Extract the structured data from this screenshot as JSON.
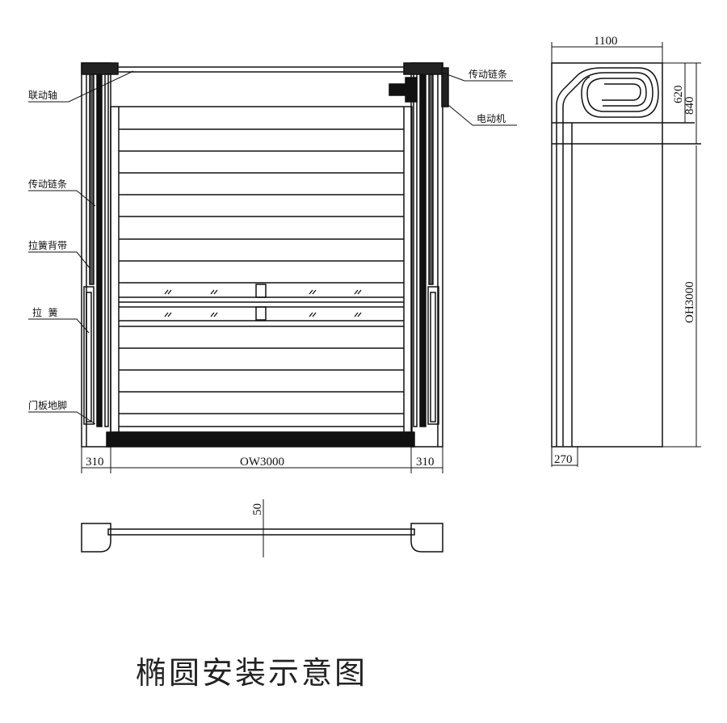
{
  "labels": {
    "linkage_shaft": "联动轴",
    "drive_chain_left": "传动链条",
    "spring_strap": "拉簧背带",
    "spring": "拉  簧",
    "door_foot": "门板地脚",
    "drive_chain_right": "传动链条",
    "motor": "电动机"
  },
  "dimensions": {
    "left_frame": "310",
    "opening_width": "OW3000",
    "right_frame": "310",
    "side_depth": "1100",
    "coil_height": "620",
    "header_height": "840",
    "opening_height": "OH3000",
    "side_bottom": "270",
    "plan_thickness": "50"
  },
  "title": "椭圆安装示意图"
}
